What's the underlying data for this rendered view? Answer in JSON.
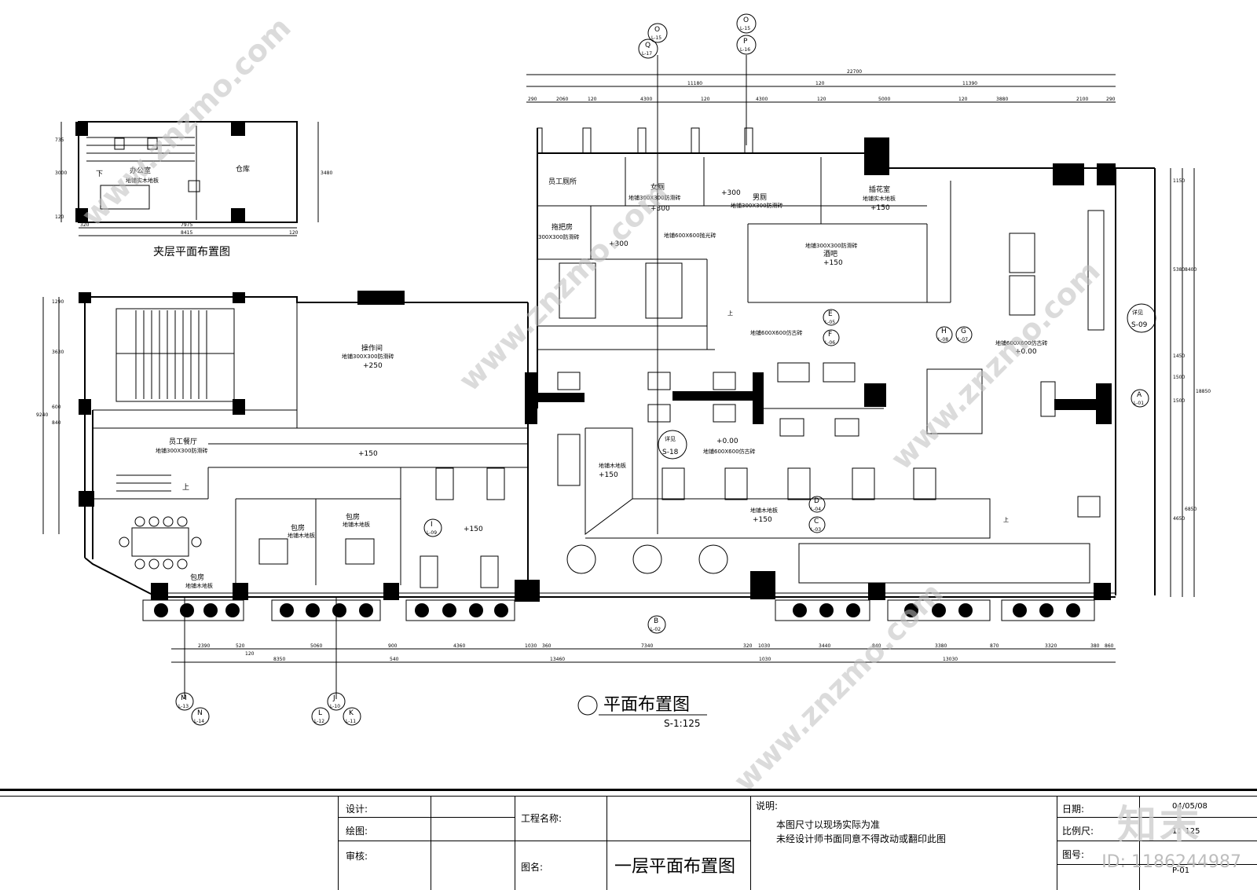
{
  "mezzanine": {
    "title": "夹层平面布置图",
    "rooms": {
      "office": "办公室",
      "office_floor": "地铺实木地板",
      "storage": "仓库",
      "stair_down": "下"
    },
    "dims": {
      "width_total": "8415",
      "w1": "7975",
      "w2": "320",
      "w3": "120",
      "h1": "735",
      "h2": "3000",
      "h3": "3480",
      "h4": "120"
    }
  },
  "main_plan": {
    "title": "平面布置图",
    "scale": "S-1:125",
    "rooms": {
      "staff_toilet": "员工厕所",
      "mop_room": "拖把房",
      "mop_floor": "300X300防滑砖",
      "womens_wc": "女厕",
      "womens_floor": "地铺300X300防滑砖",
      "womens_level": "+300",
      "mens_wc": "男厕",
      "mens_floor": "地铺300X300防滑砖",
      "mens_level": "+300",
      "corridor_level": "+300",
      "corridor_floor": "地铺600X600抛光砖",
      "flower_room": "插花室",
      "flower_floor": "地铺实木地板",
      "flower_level": "+150",
      "bar_floor": "地铺300X300防滑砖",
      "bar": "酒吧",
      "bar_level": "+150",
      "operation_room": "操作间",
      "operation_floor": "地铺300X300防滑砖",
      "operation_level": "+250",
      "staff_canteen": "员工餐厅",
      "canteen_floor": "地铺300X300防滑砖",
      "hall_floor_1": "地铺600X600仿古砖",
      "hall_floor_2": "地铺600X600仿古砖",
      "hall_level_2": "+0.00",
      "hall_floor_3": "地铺600X600仿古砖",
      "hall_level_3": "+0.00",
      "wood_floor_mid": "地铺木地板",
      "wood_level_mid": "+150",
      "wood_floor_low": "地铺木地板",
      "wood_level_low": "+150",
      "left_level": "+150",
      "dining_level": "+150",
      "private_room_1": "包房",
      "private_room_1_floor": "地铺木地板",
      "private_room_2": "包房",
      "private_room_2_floor": "地铺木地板",
      "private_room_3": "包房",
      "private_room_3_floor": "地铺木地板",
      "up_label": "上",
      "detail": "详见",
      "detail_s18": "S-18",
      "detail_s09": "S-09"
    },
    "top_dims": {
      "overall": "22700",
      "left_half": "11180",
      "mid": "120",
      "right_half": "11390",
      "segments": [
        "290",
        "2060",
        "120",
        "4300",
        "120",
        "4300",
        "120",
        "5000",
        "120",
        "3880",
        "2100",
        "290"
      ]
    },
    "bottom_dims": {
      "segments": [
        "2390",
        "520",
        "5060",
        "900",
        "4360",
        "1030",
        "360",
        "7340",
        "320",
        "1030",
        "3440",
        "840",
        "3380",
        "870",
        "3320",
        "380",
        "860"
      ],
      "row2": [
        "120",
        "8350",
        "540",
        "13460",
        "1030",
        "13030"
      ]
    },
    "right_dims": [
      "1150",
      "5380",
      "8400",
      "1450",
      "1500",
      "1500",
      "4650",
      "6850",
      "18850"
    ],
    "left_dims": [
      "1290",
      "3630",
      "9240",
      "600",
      "840"
    ],
    "markers": [
      {
        "letter": "O",
        "sheet": "L-15"
      },
      {
        "letter": "Q",
        "sheet": "L-17"
      },
      {
        "letter": "O",
        "sheet": "L-15"
      },
      {
        "letter": "P",
        "sheet": "L-16"
      },
      {
        "letter": "E",
        "sheet": "L-05"
      },
      {
        "letter": "F",
        "sheet": "L-06"
      },
      {
        "letter": "H",
        "sheet": "L-08"
      },
      {
        "letter": "G",
        "sheet": "L-07"
      },
      {
        "letter": "A",
        "sheet": "L-01"
      },
      {
        "letter": "B",
        "sheet": "L-02"
      },
      {
        "letter": "D",
        "sheet": "L-04"
      },
      {
        "letter": "C",
        "sheet": "L-03"
      },
      {
        "letter": "I",
        "sheet": "L-09"
      },
      {
        "letter": "M",
        "sheet": "L-13"
      },
      {
        "letter": "N",
        "sheet": "L-14"
      },
      {
        "letter": "J",
        "sheet": "L-10"
      },
      {
        "letter": "L",
        "sheet": "L-12"
      },
      {
        "letter": "K",
        "sheet": "L-11"
      }
    ]
  },
  "title_block": {
    "design_label": "设计:",
    "drawing_label": "绘图:",
    "review_label": "审核:",
    "project_label": "工程名称:",
    "drawing_name_label": "图名:",
    "drawing_name": "一层平面布置图",
    "notes_label": "说明:",
    "note_1": "本图尺寸以现场实际为准",
    "note_2": "未经设计师书面同意不得改动或翻印此图",
    "date_label": "日期:",
    "date_value": "04/05/08",
    "scale_label": "比例尺:",
    "scale_value": "1：125",
    "sheet_label": "图号:",
    "sheet_value": "P-01"
  },
  "watermark": {
    "brand": "知末",
    "id_text": "ID: 1186244987",
    "site": "www.znzmo.com"
  }
}
